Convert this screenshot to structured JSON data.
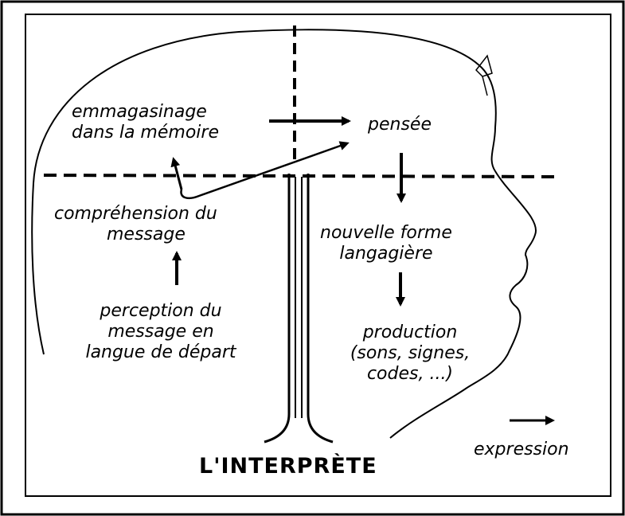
{
  "diagram": {
    "title": "L'INTERPRÈTE",
    "labels": {
      "storage": [
        "emmagasinage",
        "dans la mémoire"
      ],
      "thought": [
        "pensée"
      ],
      "comprehension": [
        "compréhension du",
        "message"
      ],
      "new_form": [
        "nouvelle forme",
        "langagière"
      ],
      "perception": [
        "perception du",
        "message en",
        "langue de départ"
      ],
      "production": [
        "production",
        "(sons, signes,",
        "codes, ...)"
      ],
      "expression": [
        "expression"
      ]
    },
    "colors": {
      "ink": "#000000",
      "background": "#ffffff"
    }
  }
}
